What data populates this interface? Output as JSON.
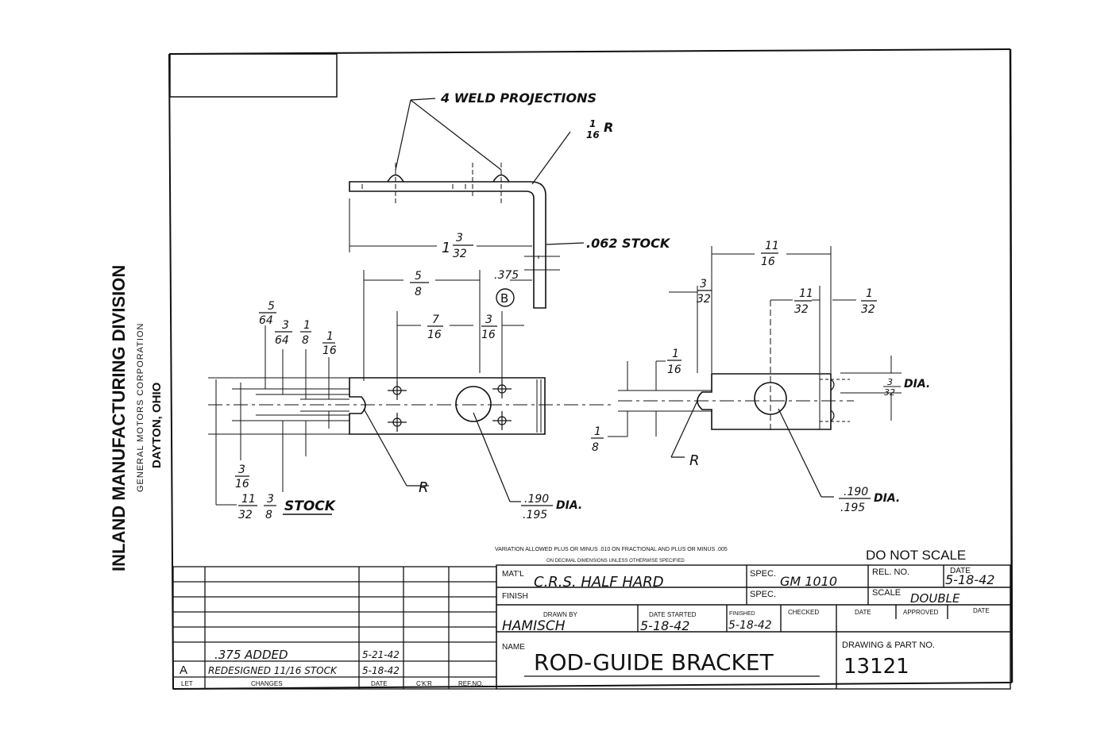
{
  "company": {
    "name": "INLAND MANUFACTURING DIVISION",
    "parent": "GENERAL MOTORS CORPORATION",
    "location": "DAYTON, OHIO"
  },
  "drawing": {
    "callouts": {
      "weld_projections": "4 WELD PROJECTIONS",
      "bend_radius_num": "1",
      "bend_radius_den": "16",
      "bend_radius_r": "R",
      "stock_thickness": ".062 STOCK",
      "overall_len_whole": "1",
      "overall_len_num": "3",
      "overall_len_den": "32",
      "dim_5_8_num": "5",
      "dim_5_8_den": "8",
      "dim_375": ".375",
      "datum_b": "B",
      "dim_7_16_num": "7",
      "dim_7_16_den": "16",
      "dim_3_16_num": "3",
      "dim_3_16_den": "16",
      "dim_5_64_num": "5",
      "dim_5_64_den": "64",
      "dim_3_64_num": "3",
      "dim_3_64_den": "64",
      "dim_1_8_num": "1",
      "dim_1_8_den": "8",
      "dim_1_16_num": "1",
      "dim_1_16_den": "16",
      "dim_3_16b_num": "3",
      "dim_3_16b_den": "16",
      "dim_11_32_num": "11",
      "dim_11_32_den": "32",
      "dim_3_8_num": "3",
      "dim_3_8_den": "8",
      "stock_label": "STOCK",
      "radius_left": "R",
      "hole_dia_left_top": ".190",
      "hole_dia_left_bot": ".195",
      "dia_label": "DIA.",
      "right_11_16_num": "11",
      "right_11_16_den": "16",
      "right_3_32_num": "3",
      "right_3_32_den": "32",
      "right_11_32_num": "11",
      "right_11_32_den": "32",
      "right_1_32_num": "1",
      "right_1_32_den": "32",
      "right_1_16_num": "1",
      "right_1_16_den": "16",
      "right_1_8_num": "1",
      "right_1_8_den": "8",
      "right_3_32b_num": "3",
      "right_3_32b_den": "32",
      "right_dia_label": "DIA.",
      "radius_right": "R",
      "hole_dia_right_top": ".190",
      "hole_dia_right_bot": ".195",
      "right_dia_label2": "DIA."
    }
  },
  "notes": {
    "variation_line1": "VARIATION ALLOWED PLUS OR MINUS .010 ON FRACTIONAL AND PLUS OR MINUS .005",
    "variation_line2": "ON DECIMAL DIMENSIONS UNLESS OTHERWISE SPECIFIED",
    "do_not_scale": "DO NOT SCALE"
  },
  "title_block": {
    "matl_label": "MAT'L",
    "matl_value": "C.R.S. HALF HARD",
    "spec_label": "SPEC.",
    "spec_value": "GM 1010",
    "rel_no_label": "REL. NO.",
    "date_label": "DATE",
    "date_value": "5-18-42",
    "finish_label": "FINISH",
    "spec2_label": "SPEC.",
    "scale_label": "SCALE",
    "scale_value": "DOUBLE",
    "drawn_by_label": "DRAWN BY",
    "drawn_by_value": "HAMISCH",
    "date_started_label": "DATE STARTED",
    "date_started_value": "5-18-42",
    "finished_label": "FINISHED",
    "finished_value": "5-18-42",
    "checked_label": "CHECKED",
    "date2_label": "DATE",
    "approved_label": "APPROVED",
    "date3_label": "DATE",
    "name_label": "NAME",
    "name_value": "ROD-GUIDE BRACKET",
    "part_no_label": "DRAWING & PART NO.",
    "part_no_value": "13121"
  },
  "changes": {
    "headers": {
      "let": "LET",
      "changes": "CHANGES",
      "date": "DATE",
      "ckr": "C'K'R",
      "ref": "REF.NO."
    },
    "rows": [
      {
        "let": "",
        "change": ".375 ADDED",
        "date": "5-21-42"
      },
      {
        "let": "A",
        "change": "REDESIGNED 11/16 STOCK",
        "date": "5-18-42"
      }
    ]
  }
}
